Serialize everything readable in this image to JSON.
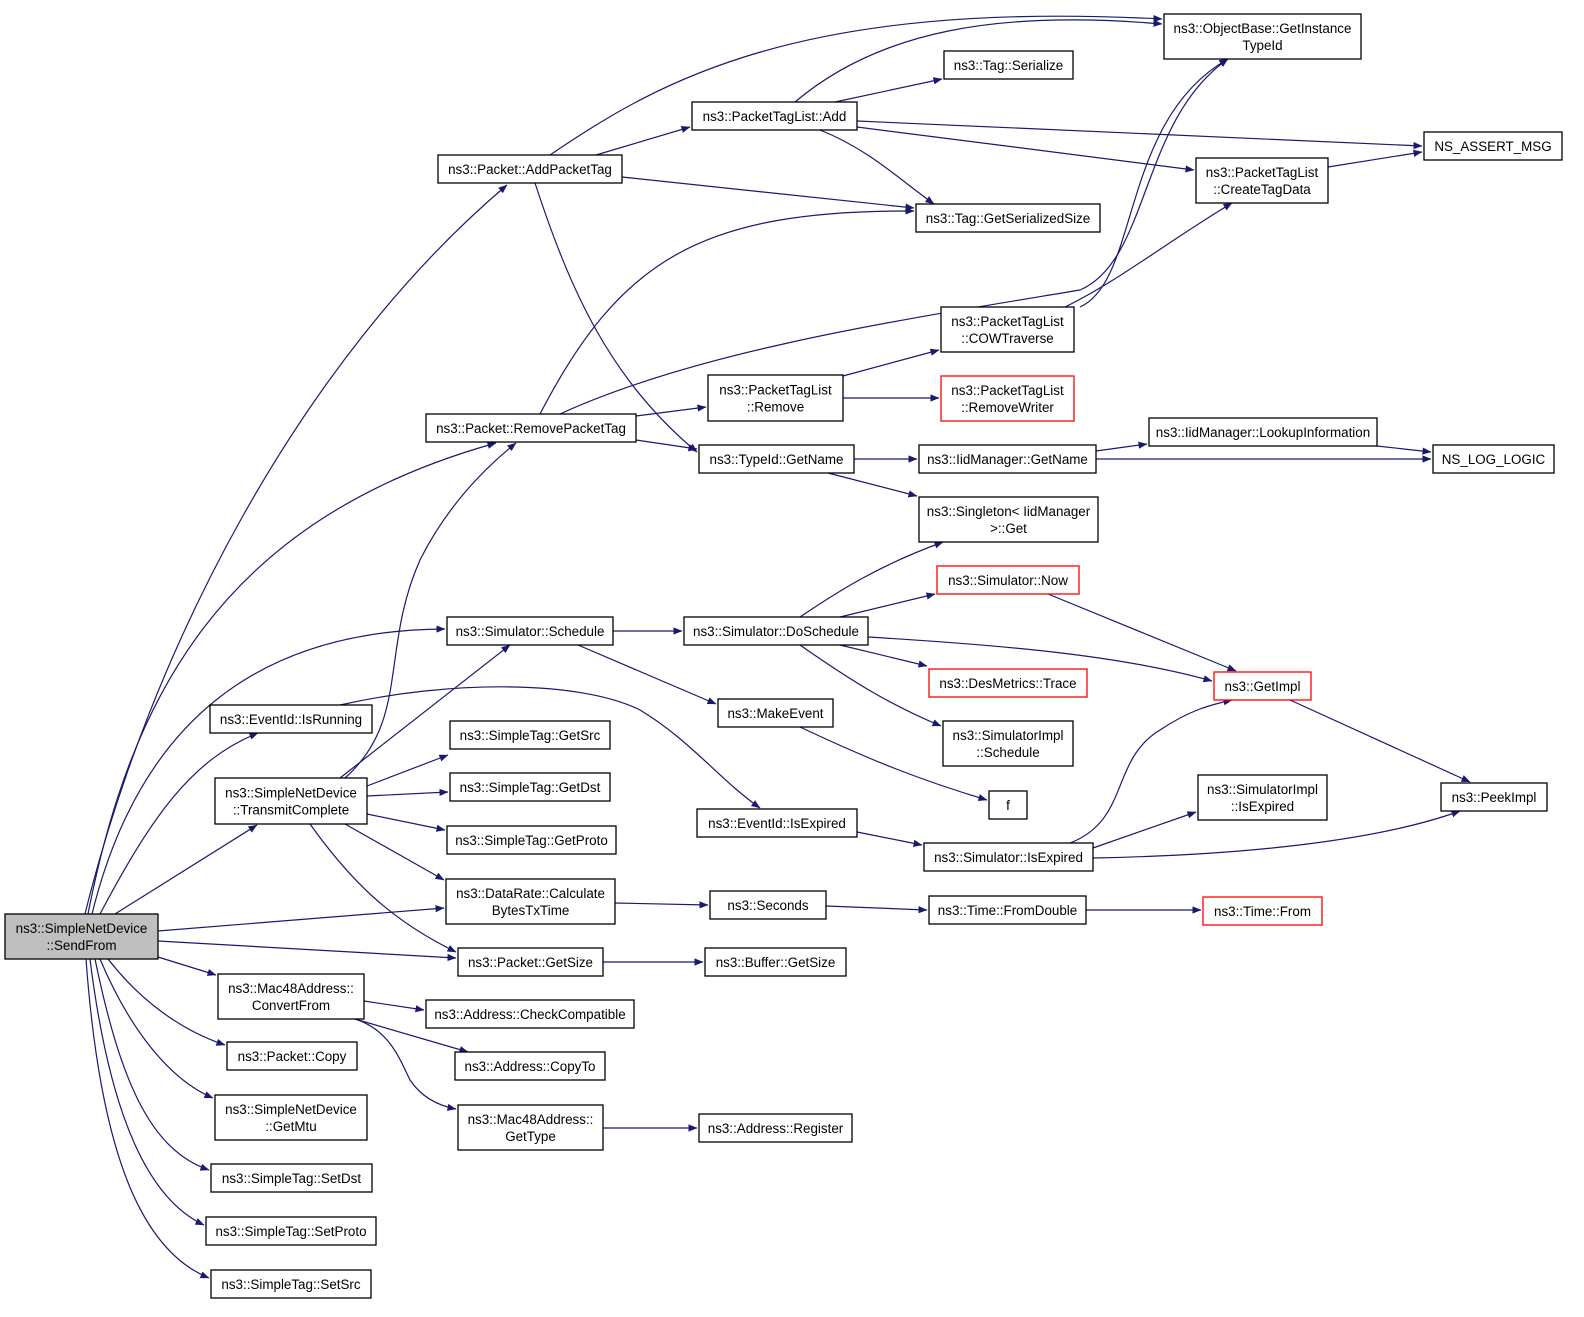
{
  "colors": {
    "edge": "#191970",
    "root_fill": "#bfbfbf",
    "node_border": "#000000",
    "truncated_border": "#ff0000"
  },
  "nodes": [
    {
      "id": "sendfrom",
      "lines": [
        "ns3::SimpleNetDevice",
        "::SendFrom"
      ],
      "style": "root"
    },
    {
      "id": "addpackettag",
      "lines": [
        "ns3::Packet::AddPacketTag"
      ],
      "style": "normal"
    },
    {
      "id": "removepackettag",
      "lines": [
        "ns3::Packet::RemovePacketTag"
      ],
      "style": "normal"
    },
    {
      "id": "schedule",
      "lines": [
        "ns3::Simulator::Schedule"
      ],
      "style": "normal"
    },
    {
      "id": "isrunning",
      "lines": [
        "ns3::EventId::IsRunning"
      ],
      "style": "normal"
    },
    {
      "id": "transmitcomplete",
      "lines": [
        "ns3::SimpleNetDevice",
        "::TransmitComplete"
      ],
      "style": "normal"
    },
    {
      "id": "getsrc",
      "lines": [
        "ns3::SimpleTag::GetSrc"
      ],
      "style": "normal"
    },
    {
      "id": "getdst",
      "lines": [
        "ns3::SimpleTag::GetDst"
      ],
      "style": "normal"
    },
    {
      "id": "getproto",
      "lines": [
        "ns3::SimpleTag::GetProto"
      ],
      "style": "normal"
    },
    {
      "id": "calculate",
      "lines": [
        "ns3::DataRate::Calculate",
        "BytesTxTime"
      ],
      "style": "normal"
    },
    {
      "id": "packetgetsize",
      "lines": [
        "ns3::Packet::GetSize"
      ],
      "style": "normal"
    },
    {
      "id": "convertfrom",
      "lines": [
        "ns3::Mac48Address::",
        "ConvertFrom"
      ],
      "style": "normal"
    },
    {
      "id": "checkcompatible",
      "lines": [
        "ns3::Address::CheckCompatible"
      ],
      "style": "normal"
    },
    {
      "id": "copyto",
      "lines": [
        "ns3::Address::CopyTo"
      ],
      "style": "normal"
    },
    {
      "id": "gettype",
      "lines": [
        "ns3::Mac48Address::",
        "GetType"
      ],
      "style": "normal"
    },
    {
      "id": "register",
      "lines": [
        "ns3::Address::Register"
      ],
      "style": "normal"
    },
    {
      "id": "packetcopy",
      "lines": [
        "ns3::Packet::Copy"
      ],
      "style": "normal"
    },
    {
      "id": "getmtu",
      "lines": [
        "ns3::SimpleNetDevice",
        "::GetMtu"
      ],
      "style": "normal"
    },
    {
      "id": "setdst",
      "lines": [
        "ns3::SimpleTag::SetDst"
      ],
      "style": "normal"
    },
    {
      "id": "setproto",
      "lines": [
        "ns3::SimpleTag::SetProto"
      ],
      "style": "normal"
    },
    {
      "id": "setsrc",
      "lines": [
        "ns3::SimpleTag::SetSrc"
      ],
      "style": "normal"
    },
    {
      "id": "ptladd",
      "lines": [
        "ns3::PacketTagList::Add"
      ],
      "style": "normal"
    },
    {
      "id": "getinstancetypeid",
      "lines": [
        "ns3::ObjectBase::GetInstance",
        "TypeId"
      ],
      "style": "normal"
    },
    {
      "id": "tagserialize",
      "lines": [
        "ns3::Tag::Serialize"
      ],
      "style": "normal"
    },
    {
      "id": "nsassertmsg",
      "lines": [
        "NS_ASSERT_MSG"
      ],
      "style": "normal"
    },
    {
      "id": "createtagdata",
      "lines": [
        "ns3::PacketTagList",
        "::CreateTagData"
      ],
      "style": "normal"
    },
    {
      "id": "getserializedsize",
      "lines": [
        "ns3::Tag::GetSerializedSize"
      ],
      "style": "normal"
    },
    {
      "id": "cowtraverse",
      "lines": [
        "ns3::PacketTagList",
        "::COWTraverse"
      ],
      "style": "normal"
    },
    {
      "id": "ptlremove",
      "lines": [
        "ns3::PacketTagList",
        "::Remove"
      ],
      "style": "normal"
    },
    {
      "id": "removewriter",
      "lines": [
        "ns3::PacketTagList",
        "::RemoveWriter"
      ],
      "style": "red"
    },
    {
      "id": "typeidgetname",
      "lines": [
        "ns3::TypeId::GetName"
      ],
      "style": "normal"
    },
    {
      "id": "iidgetname",
      "lines": [
        "ns3::IidManager::GetName"
      ],
      "style": "normal"
    },
    {
      "id": "lookupinfo",
      "lines": [
        "ns3::IidManager::LookupInformation"
      ],
      "style": "normal"
    },
    {
      "id": "nsloglogic",
      "lines": [
        "NS_LOG_LOGIC"
      ],
      "style": "normal"
    },
    {
      "id": "singletonget",
      "lines": [
        "ns3::Singleton< IidManager",
        ">::Get"
      ],
      "style": "normal"
    },
    {
      "id": "now",
      "lines": [
        "ns3::Simulator::Now"
      ],
      "style": "red"
    },
    {
      "id": "doschedule",
      "lines": [
        "ns3::Simulator::DoSchedule"
      ],
      "style": "normal"
    },
    {
      "id": "desmetrics",
      "lines": [
        "ns3::DesMetrics::Trace"
      ],
      "style": "red"
    },
    {
      "id": "getimpl",
      "lines": [
        "ns3::GetImpl"
      ],
      "style": "red"
    },
    {
      "id": "makeevent",
      "lines": [
        "ns3::MakeEvent"
      ],
      "style": "normal"
    },
    {
      "id": "simimplschedule",
      "lines": [
        "ns3::SimulatorImpl",
        "::Schedule"
      ],
      "style": "normal"
    },
    {
      "id": "f",
      "lines": [
        "f"
      ],
      "style": "normal"
    },
    {
      "id": "isexpired",
      "lines": [
        "ns3::EventId::IsExpired"
      ],
      "style": "normal"
    },
    {
      "id": "simisexpired",
      "lines": [
        "ns3::Simulator::IsExpired"
      ],
      "style": "normal"
    },
    {
      "id": "simimplisexpired",
      "lines": [
        "ns3::SimulatorImpl",
        "::IsExpired"
      ],
      "style": "normal"
    },
    {
      "id": "peekimpl",
      "lines": [
        "ns3::PeekImpl"
      ],
      "style": "normal"
    },
    {
      "id": "seconds",
      "lines": [
        "ns3::Seconds"
      ],
      "style": "normal"
    },
    {
      "id": "fromdouble",
      "lines": [
        "ns3::Time::FromDouble"
      ],
      "style": "normal"
    },
    {
      "id": "timefrom",
      "lines": [
        "ns3::Time::From"
      ],
      "style": "red"
    },
    {
      "id": "buffergetsize",
      "lines": [
        "ns3::Buffer::GetSize"
      ],
      "style": "normal"
    }
  ],
  "edges": [
    [
      "sendfrom",
      "addpackettag"
    ],
    [
      "sendfrom",
      "removepackettag"
    ],
    [
      "sendfrom",
      "schedule"
    ],
    [
      "sendfrom",
      "isrunning"
    ],
    [
      "sendfrom",
      "transmitcomplete"
    ],
    [
      "sendfrom",
      "calculate"
    ],
    [
      "sendfrom",
      "packetgetsize"
    ],
    [
      "sendfrom",
      "convertfrom"
    ],
    [
      "sendfrom",
      "packetcopy"
    ],
    [
      "sendfrom",
      "getmtu"
    ],
    [
      "sendfrom",
      "setdst"
    ],
    [
      "sendfrom",
      "setproto"
    ],
    [
      "sendfrom",
      "setsrc"
    ],
    [
      "addpackettag",
      "getinstancetypeid"
    ],
    [
      "addpackettag",
      "ptladd"
    ],
    [
      "addpackettag",
      "getserializedsize"
    ],
    [
      "addpackettag",
      "typeidgetname"
    ],
    [
      "ptladd",
      "getinstancetypeid"
    ],
    [
      "ptladd",
      "tagserialize"
    ],
    [
      "ptladd",
      "nsassertmsg"
    ],
    [
      "ptladd",
      "createtagdata"
    ],
    [
      "ptladd",
      "getserializedsize"
    ],
    [
      "createtagdata",
      "nsassertmsg"
    ],
    [
      "removepackettag",
      "getserializedsize"
    ],
    [
      "removepackettag",
      "getinstancetypeid"
    ],
    [
      "removepackettag",
      "ptlremove"
    ],
    [
      "removepackettag",
      "typeidgetname"
    ],
    [
      "ptlremove",
      "cowtraverse"
    ],
    [
      "ptlremove",
      "removewriter"
    ],
    [
      "cowtraverse",
      "getinstancetypeid"
    ],
    [
      "cowtraverse",
      "createtagdata"
    ],
    [
      "typeidgetname",
      "iidgetname"
    ],
    [
      "typeidgetname",
      "singletonget"
    ],
    [
      "iidgetname",
      "lookupinfo"
    ],
    [
      "iidgetname",
      "nsloglogic"
    ],
    [
      "lookupinfo",
      "nsloglogic"
    ],
    [
      "schedule",
      "doschedule"
    ],
    [
      "schedule",
      "makeevent"
    ],
    [
      "doschedule",
      "singletonget"
    ],
    [
      "doschedule",
      "now"
    ],
    [
      "doschedule",
      "getimpl"
    ],
    [
      "doschedule",
      "desmetrics"
    ],
    [
      "doschedule",
      "simimplschedule"
    ],
    [
      "now",
      "getimpl"
    ],
    [
      "getimpl",
      "peekimpl"
    ],
    [
      "makeevent",
      "f"
    ],
    [
      "isrunning",
      "isexpired"
    ],
    [
      "isexpired",
      "simisexpired"
    ],
    [
      "simisexpired",
      "getimpl"
    ],
    [
      "simisexpired",
      "simimplisexpired"
    ],
    [
      "simisexpired",
      "peekimpl"
    ],
    [
      "transmitcomplete",
      "removepackettag"
    ],
    [
      "transmitcomplete",
      "schedule"
    ],
    [
      "transmitcomplete",
      "getsrc"
    ],
    [
      "transmitcomplete",
      "getdst"
    ],
    [
      "transmitcomplete",
      "getproto"
    ],
    [
      "transmitcomplete",
      "calculate"
    ],
    [
      "transmitcomplete",
      "packetgetsize"
    ],
    [
      "calculate",
      "seconds"
    ],
    [
      "seconds",
      "fromdouble"
    ],
    [
      "fromdouble",
      "timefrom"
    ],
    [
      "packetgetsize",
      "buffergetsize"
    ],
    [
      "convertfrom",
      "checkcompatible"
    ],
    [
      "convertfrom",
      "copyto"
    ],
    [
      "convertfrom",
      "gettype"
    ],
    [
      "gettype",
      "register"
    ]
  ]
}
